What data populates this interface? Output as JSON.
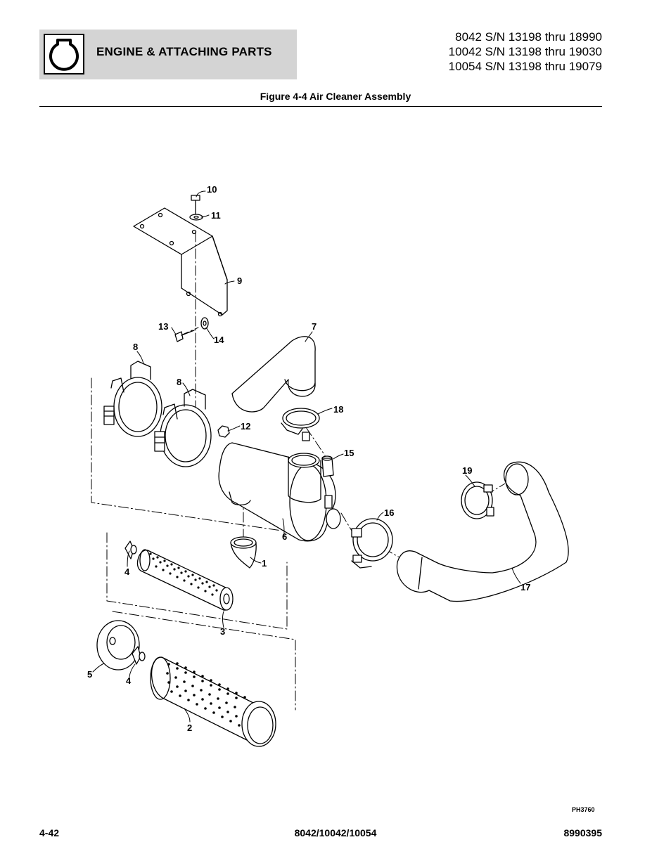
{
  "header": {
    "section_title": "ENGINE & ATTACHING PARTS",
    "serials": [
      "8042 S/N 13198 thru 18990",
      "10042 S/N 13198 thru 19030",
      "10054 S/N 13198 thru 19079"
    ],
    "icon": "engine-icon"
  },
  "figure": {
    "title": "Figure 4-4 Air Cleaner Assembly",
    "drawing_id": "PH3760",
    "callouts": {
      "c1": "1",
      "c2": "2",
      "c3": "3",
      "c4a": "4",
      "c4b": "4",
      "c5": "5",
      "c6": "6",
      "c7": "7",
      "c8a": "8",
      "c8b": "8",
      "c9": "9",
      "c10": "10",
      "c11": "11",
      "c12": "12",
      "c13": "13",
      "c14": "14",
      "c15": "15",
      "c16": "16",
      "c17": "17",
      "c18": "18",
      "c19": "19"
    }
  },
  "footer": {
    "page_number": "4-42",
    "models": "8042/10042/10054",
    "doc_number": "8990395"
  }
}
